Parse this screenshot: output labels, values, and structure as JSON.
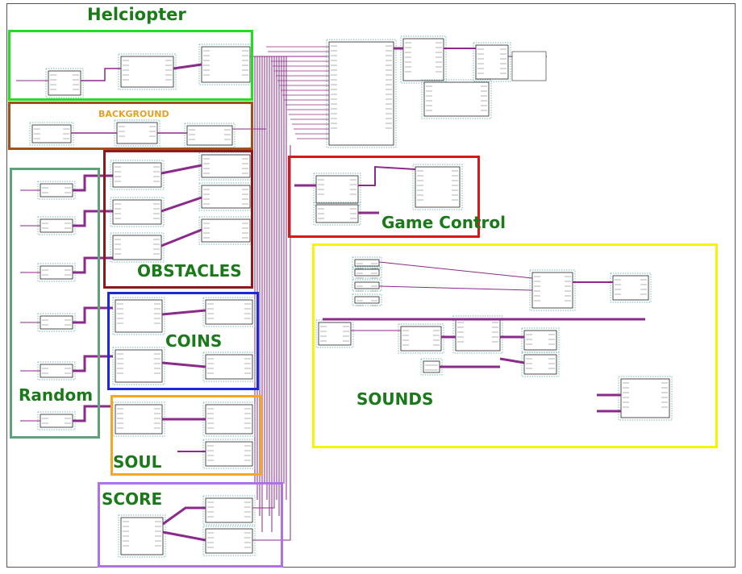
{
  "labels": {
    "helicopter": "Helciopter",
    "background": "BACKGROUND",
    "random": "Random",
    "obstacles": "OBSTACLES",
    "coins": "COINS",
    "soul": "SOUL",
    "score": "SCORE",
    "game_control": "Game Control",
    "sounds": "SOUNDS"
  },
  "colors": {
    "helicopter": "#22dd22",
    "background": "#a0501a",
    "random": "#5fa27a",
    "obstacles": "#8b1a1a",
    "coins": "#1a2ad8",
    "soul": "#f5a623",
    "score": "#b070e8",
    "game_control": "#d81818",
    "sounds": "#f5f500",
    "wire": "#8a2a8a",
    "label_green": "#1a7a1a"
  }
}
